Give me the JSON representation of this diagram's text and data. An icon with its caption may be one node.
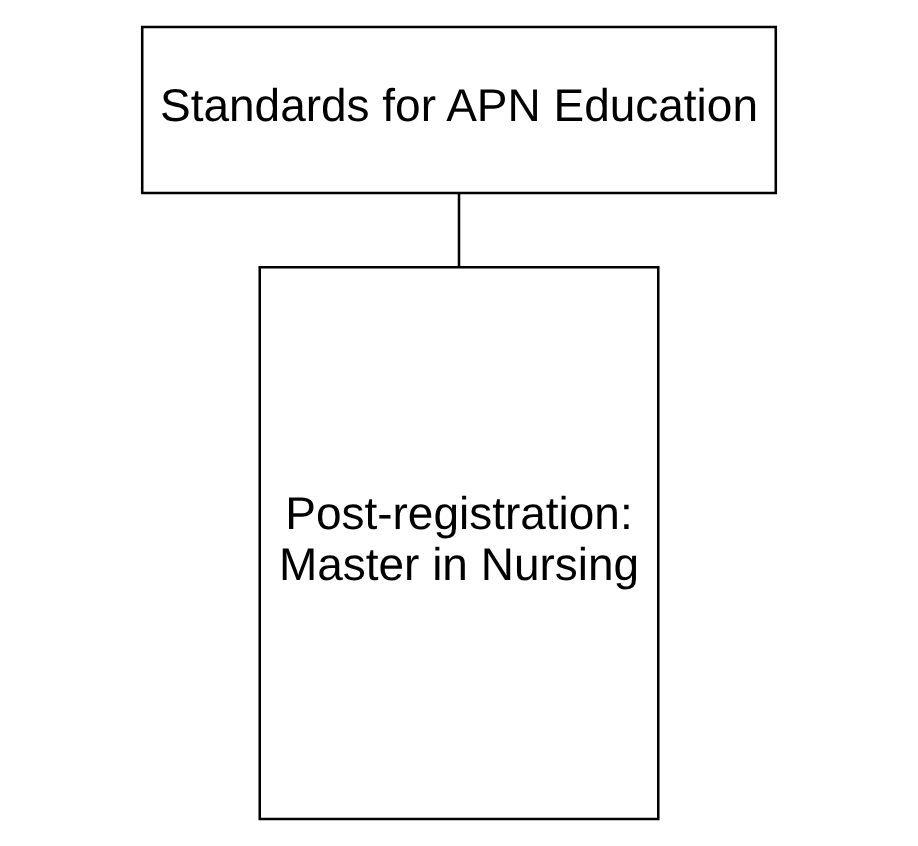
{
  "diagram": {
    "nodes": [
      {
        "text": [
          "Standards for APN Education"
        ]
      },
      {
        "text": [
          "Post-registration: Master in Nursing"
        ]
      }
    ],
    "edges": [
      {
        "from": 0,
        "to": 1,
        "arrow": "none"
      }
    ]
  }
}
